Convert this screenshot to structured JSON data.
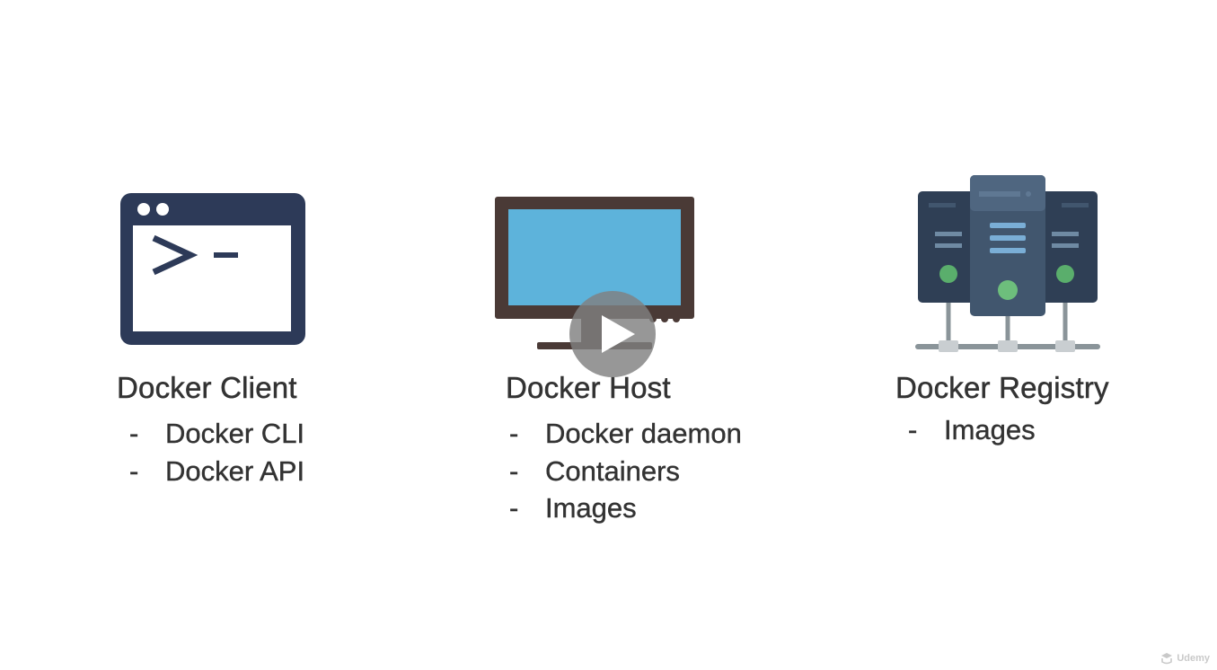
{
  "columns": [
    {
      "title": "Docker Client",
      "icon": "terminal-window-icon",
      "items": [
        {
          "dash": "-",
          "text": "Docker CLI"
        },
        {
          "dash": "-",
          "text": "Docker API"
        }
      ]
    },
    {
      "title": "Docker Host",
      "icon": "monitor-icon",
      "items": [
        {
          "dash": "-",
          "text": "Docker daemon"
        },
        {
          "dash": "-",
          "text": "Containers"
        },
        {
          "dash": "-",
          "text": "Images"
        }
      ]
    },
    {
      "title": "Docker Registry",
      "icon": "server-rack-icon",
      "items": [
        {
          "dash": "-",
          "text": "Images"
        }
      ]
    }
  ],
  "player": {
    "play_icon": "play-icon",
    "watermark_icon": "udemy-logo-icon",
    "watermark_text": "Udemy"
  },
  "colors": {
    "text": "#333333",
    "terminal_navy": "#2d3a58",
    "monitor_frame": "#4a3a36",
    "monitor_screen": "#5db3db",
    "server_dark": "#2f3f55",
    "server_mid": "#41566e",
    "server_light_bar": "#7aaed6",
    "server_led": "#6dbe7c",
    "rack_pole": "#8a9499",
    "play_overlay": "#808080"
  }
}
